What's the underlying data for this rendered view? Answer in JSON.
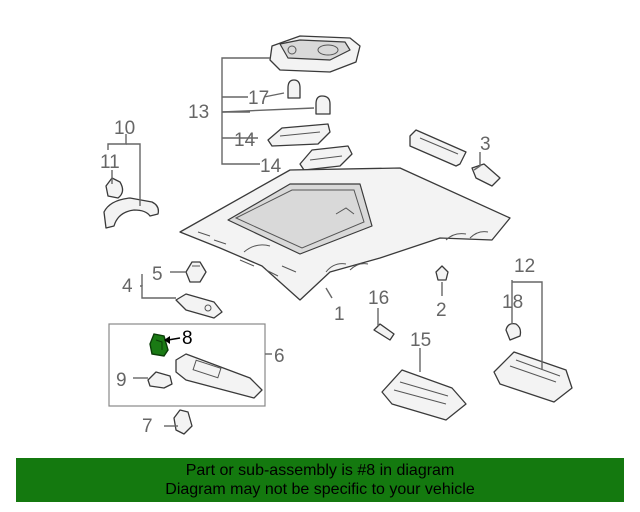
{
  "callouts": {
    "c1": "1",
    "c2": "2",
    "c3": "3",
    "c4": "4",
    "c5": "5",
    "c6": "6",
    "c7": "7",
    "c8": "8",
    "c9": "9",
    "c10": "10",
    "c11": "11",
    "c12": "12",
    "c13": "13",
    "c14a": "14",
    "c14b": "14",
    "c15": "15",
    "c16": "16",
    "c17": "17",
    "c18": "18"
  },
  "highlight_part": "8",
  "banner": {
    "line1": "Part or sub-assembly is #8 in diagram",
    "line2": "Diagram may not be specific to your vehicle",
    "color": "#14790f"
  }
}
